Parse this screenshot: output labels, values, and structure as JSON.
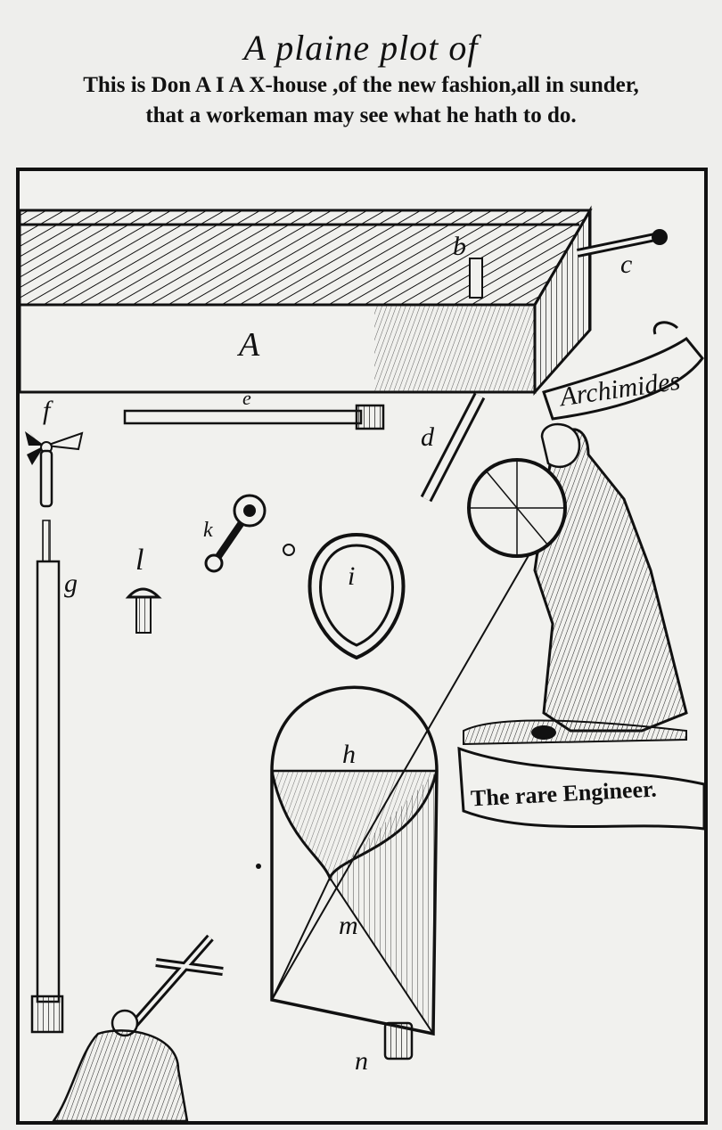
{
  "header": {
    "title": "A plaine plot of",
    "caption_line1": "This is Don A I A X-house ,of the new fashion,all in sunder,",
    "caption_line2": "that a workeman may see what he hath to do."
  },
  "figure": {
    "labels": {
      "a": "A",
      "b": "b",
      "c": "c",
      "d": "d",
      "e": "e",
      "f": "f",
      "g": "g",
      "h": "h",
      "i": "i",
      "k": "k",
      "l": "l",
      "m": "m",
      "n": "n"
    },
    "banner_archimides": "Archimides",
    "banner_engineer": "The rare Engineer."
  }
}
